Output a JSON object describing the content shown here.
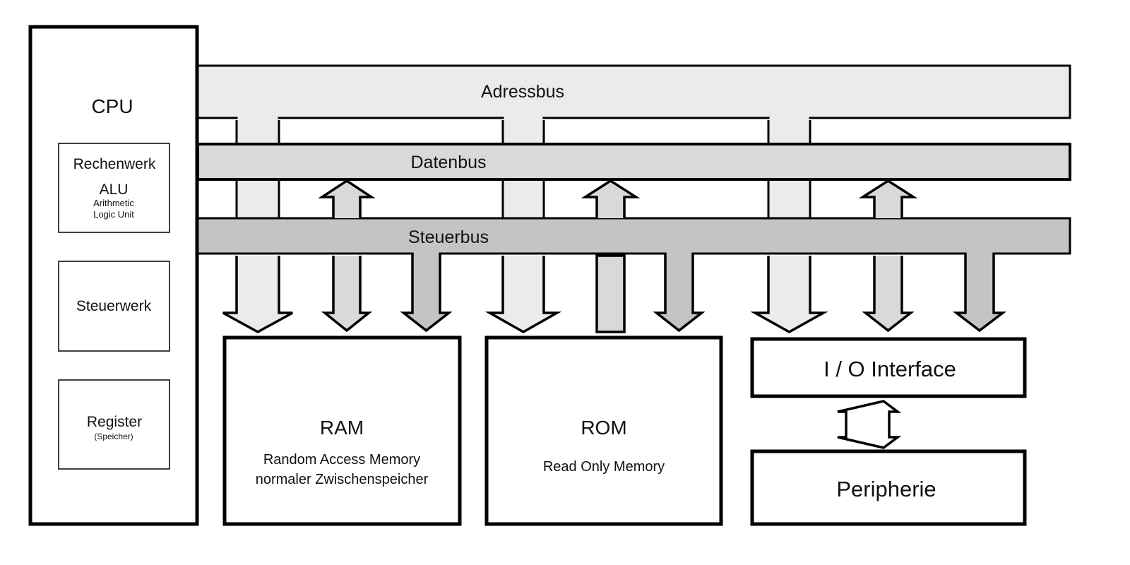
{
  "cpu": {
    "title": "CPU",
    "alu": {
      "title": "Rechenwerk",
      "subtitle": "ALU",
      "line1": "Arithmetic",
      "line2": "Logic Unit"
    },
    "control": {
      "title": "Steuerwerk"
    },
    "register": {
      "title": "Register",
      "subtitle": "(Speicher)"
    }
  },
  "buses": {
    "address": {
      "label": "Adressbus",
      "color": "#ebebeb"
    },
    "data": {
      "label": "Datenbus",
      "color": "#d9d9d9"
    },
    "control": {
      "label": "Steuerbus",
      "color": "#c4c4c4"
    }
  },
  "ram": {
    "title": "RAM",
    "line1": "Random Access Memory",
    "line2": "normaler Zwischenspeicher"
  },
  "rom": {
    "title": "ROM",
    "line1": "Read Only Memory"
  },
  "io": {
    "title": "I / O Interface"
  },
  "peripherie": {
    "title": "Peripherie"
  },
  "colors": {
    "stroke": "#000000",
    "background": "#ffffff"
  }
}
